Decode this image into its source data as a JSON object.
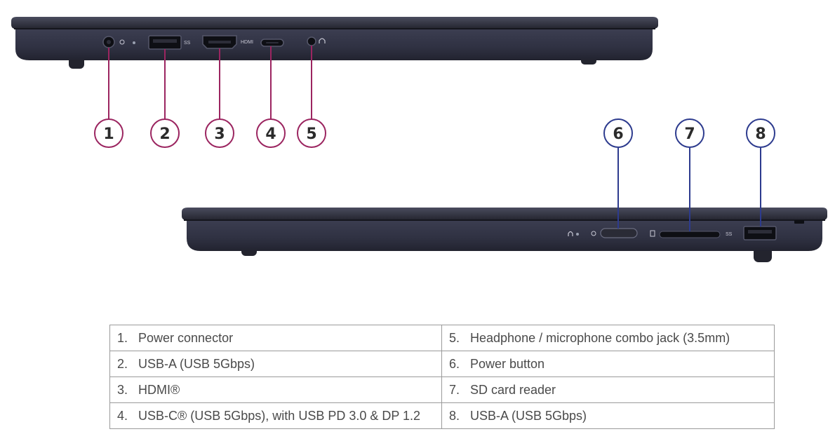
{
  "colors": {
    "callout_left": "#9b2560",
    "callout_right": "#2d3b8e",
    "chassis": "#36384a",
    "chassis_dark": "#1c1d27",
    "port": "#0e0f14",
    "table_border": "#9a9a9a",
    "table_text": "#4a4a4a"
  },
  "callouts": [
    {
      "n": "1",
      "group": "left"
    },
    {
      "n": "2",
      "group": "left"
    },
    {
      "n": "3",
      "group": "left"
    },
    {
      "n": "4",
      "group": "left"
    },
    {
      "n": "5",
      "group": "left"
    },
    {
      "n": "6",
      "group": "right"
    },
    {
      "n": "7",
      "group": "right"
    },
    {
      "n": "8",
      "group": "right"
    }
  ],
  "port_labels": {
    "hdmi": "HDMI",
    "ss1": "SS",
    "ss2": "SS"
  },
  "legend": [
    {
      "num": "1.",
      "text": "Power connector"
    },
    {
      "num": "2.",
      "text": "USB-A (USB 5Gbps)"
    },
    {
      "num": "3.",
      "text": "HDMI®"
    },
    {
      "num": "4.",
      "text": "USB-C® (USB 5Gbps), with USB PD 3.0 & DP 1.2"
    },
    {
      "num": "5.",
      "text": "Headphone / microphone combo jack (3.5mm)"
    },
    {
      "num": "6.",
      "text": "Power button"
    },
    {
      "num": "7.",
      "text": "SD card reader"
    },
    {
      "num": "8.",
      "text": "USB-A (USB 5Gbps)"
    }
  ]
}
